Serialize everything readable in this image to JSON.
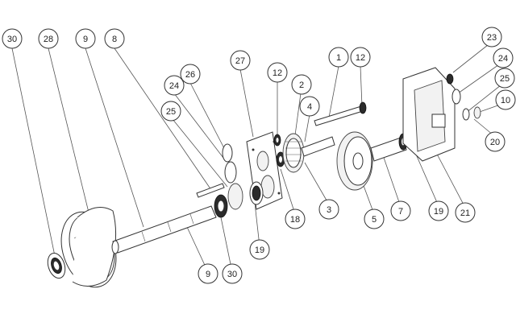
{
  "diagram": {
    "callouts": [
      {
        "id": "c30a",
        "label": "30"
      },
      {
        "id": "c28",
        "label": "28"
      },
      {
        "id": "c9a",
        "label": "9"
      },
      {
        "id": "c8",
        "label": "8"
      },
      {
        "id": "c26",
        "label": "26"
      },
      {
        "id": "c24a",
        "label": "24"
      },
      {
        "id": "c25a",
        "label": "25"
      },
      {
        "id": "c27",
        "label": "27"
      },
      {
        "id": "c12a",
        "label": "12"
      },
      {
        "id": "c2",
        "label": "2"
      },
      {
        "id": "c4",
        "label": "4"
      },
      {
        "id": "c1",
        "label": "1"
      },
      {
        "id": "c12b",
        "label": "12"
      },
      {
        "id": "c23",
        "label": "23"
      },
      {
        "id": "c24b",
        "label": "24"
      },
      {
        "id": "c25b",
        "label": "25"
      },
      {
        "id": "c10",
        "label": "10"
      },
      {
        "id": "c20",
        "label": "20"
      },
      {
        "id": "c21",
        "label": "21"
      },
      {
        "id": "c19a",
        "label": "19"
      },
      {
        "id": "c7",
        "label": "7"
      },
      {
        "id": "c5",
        "label": "5"
      },
      {
        "id": "c3",
        "label": "3"
      },
      {
        "id": "c18",
        "label": "18"
      },
      {
        "id": "c19b",
        "label": "19"
      },
      {
        "id": "c30b",
        "label": "30"
      },
      {
        "id": "c9b",
        "label": "9"
      }
    ]
  }
}
